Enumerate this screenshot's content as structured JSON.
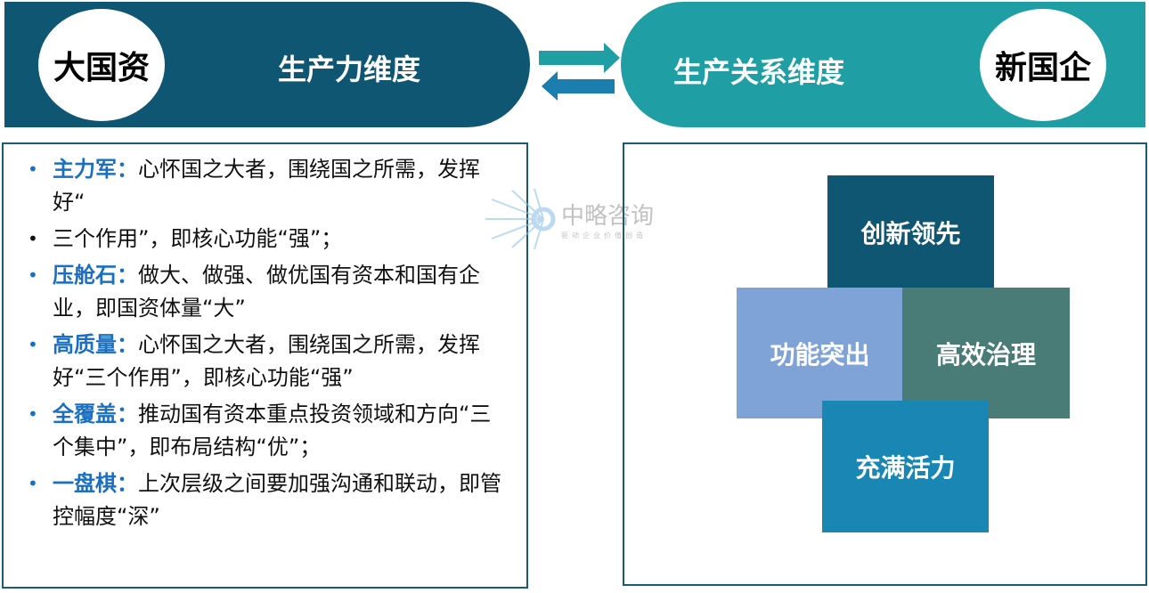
{
  "left_header": {
    "circle": "大国资",
    "title": "生产力维度"
  },
  "right_header": {
    "circle": "新国企",
    "title": "生产关系维度"
  },
  "left_items": [
    {
      "keyword": "主力军：",
      "text": "心怀国之大者，围绕国之所需，发挥好“"
    },
    {
      "keyword": "",
      "text": "三个作用”，即核心功能“强”；"
    },
    {
      "keyword": "压舱石：",
      "text": "做大、做强、做优国有资本和国有企业，即国资体量“大”"
    },
    {
      "keyword": "高质量：",
      "text": "心怀国之大者，围绕国之所需，发挥好“三个作用”，即核心功能“强”"
    },
    {
      "keyword": "全覆盖：",
      "text": "推动国有资本重点投资领域和方向“三个集中”，即布局结构“优”；"
    },
    {
      "keyword": "一盘棋：",
      "text": "上次层级之间要加强沟通和联动，即管控幅度“深”"
    }
  ],
  "squares": [
    "创新领先",
    "功能突出",
    "高效治理",
    "充满活力"
  ],
  "watermark": {
    "name": "中略咨询",
    "slogan": "驱动企业价值创造"
  },
  "colors": {
    "dark": "#0f5672",
    "teal": "#1f9ea3",
    "blue_light": "#7fa3d6",
    "green_gray": "#4a7c77",
    "blue": "#1a86b3",
    "keyword": "#1a6fc0"
  }
}
